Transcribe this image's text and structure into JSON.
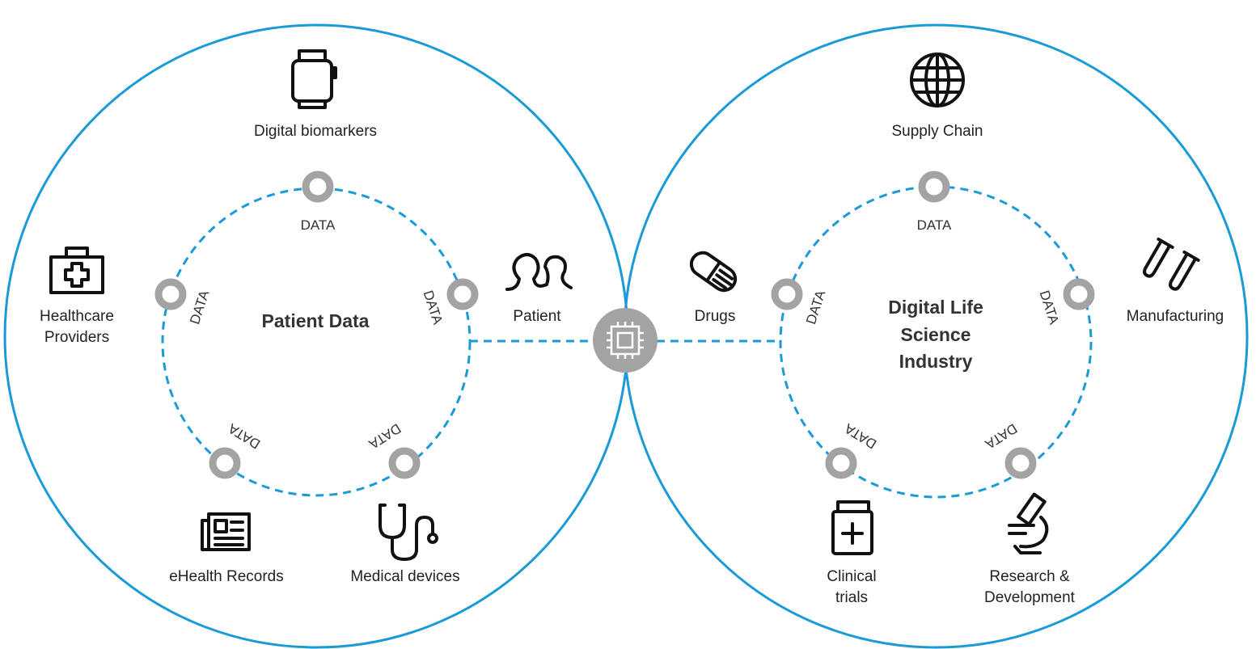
{
  "colors": {
    "accent": "#1a9ad7",
    "node_gray": "#a3a3a3",
    "icon_black": "#111111"
  },
  "left_cluster": {
    "title": "Patient Data",
    "data_label": "DATA",
    "items": {
      "digital_biomarkers": {
        "label_line1": "Digital biomarkers",
        "icon": "smartwatch-icon"
      },
      "healthcare_providers": {
        "label_line1": "Healthcare",
        "label_line2": "Providers",
        "icon": "medical-kit-icon"
      },
      "patient": {
        "label_line1": "Patient",
        "icon": "patient-icon"
      },
      "ehealth_records": {
        "label_line1": "eHealth Records",
        "icon": "newspaper-icon"
      },
      "medical_devices": {
        "label_line1": "Medical devices",
        "icon": "stethoscope-icon"
      }
    }
  },
  "right_cluster": {
    "title_line1": "Digital Life",
    "title_line2": "Science",
    "title_line3": "Industry",
    "data_label": "DATA",
    "items": {
      "supply_chain": {
        "label_line1": "Supply Chain",
        "icon": "globe-icon"
      },
      "drugs": {
        "label_line1": "Drugs",
        "icon": "pill-icon"
      },
      "manufacturing": {
        "label_line1": "Manufacturing",
        "icon": "test-tubes-icon"
      },
      "clinical_trials": {
        "label_line1": "Clinical",
        "label_line2": "trials",
        "icon": "medicine-bottle-icon"
      },
      "research": {
        "label_line1": "Research &",
        "label_line2": "Development",
        "icon": "microscope-icon"
      }
    }
  },
  "center_hub": {
    "icon": "chip-icon"
  }
}
